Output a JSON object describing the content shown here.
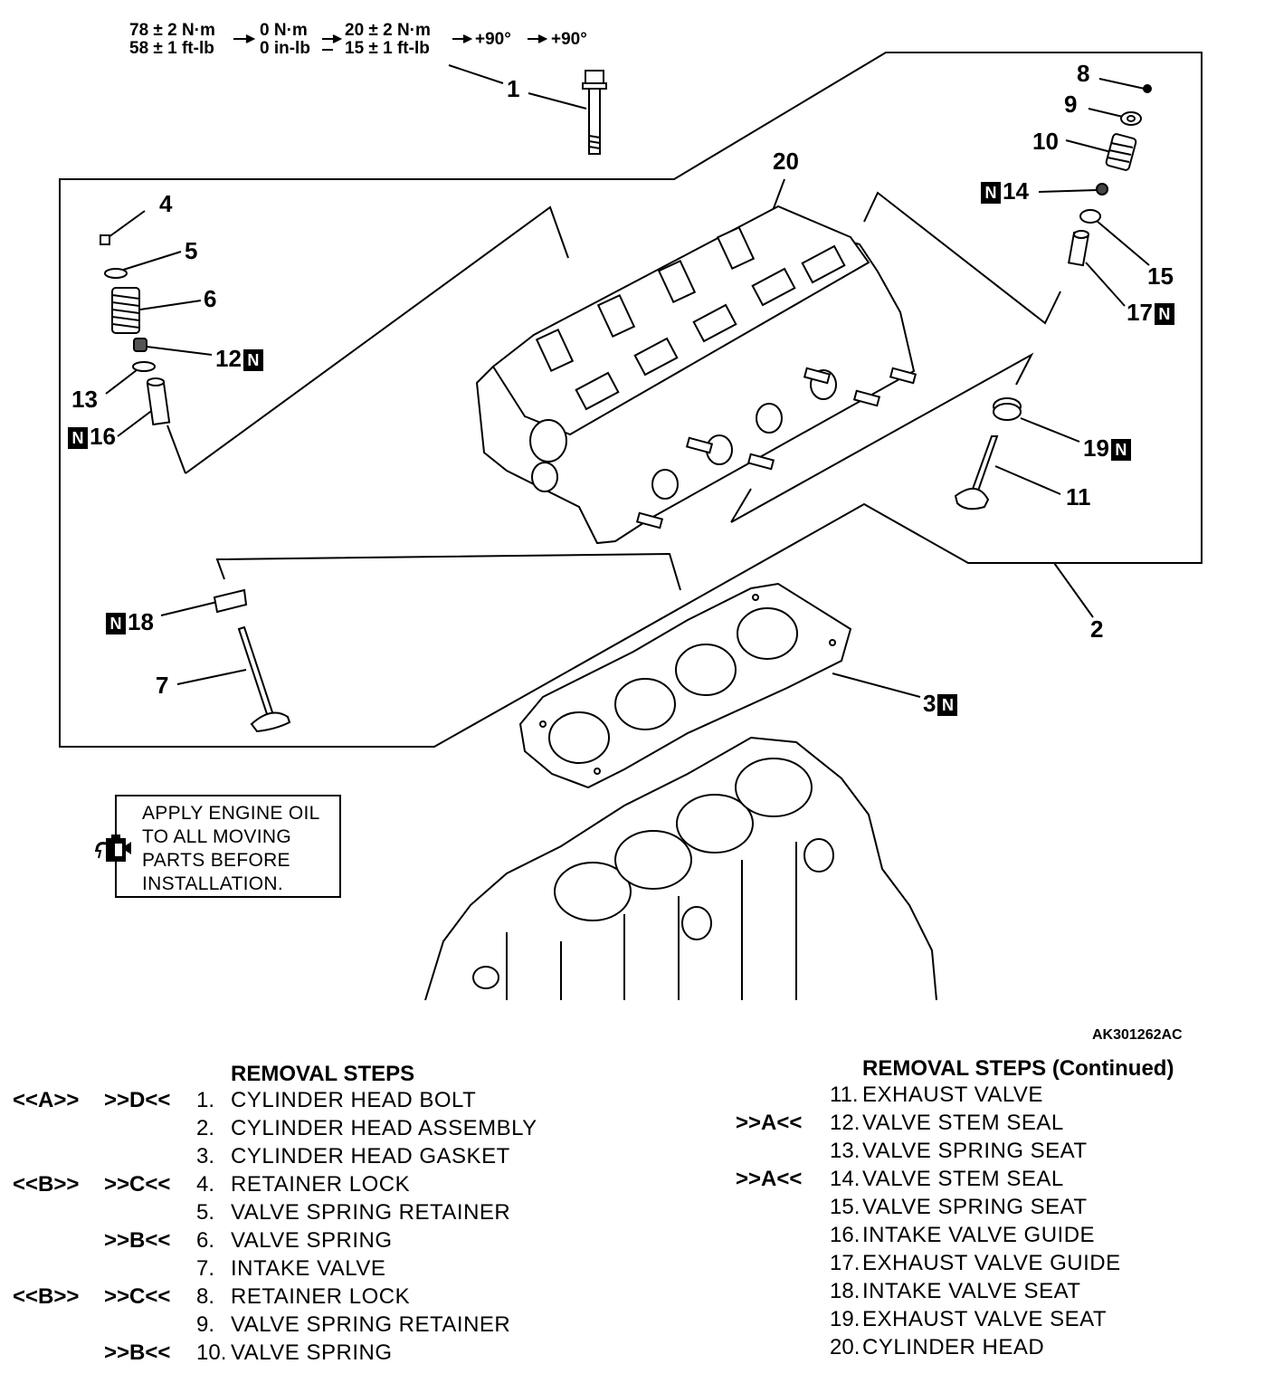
{
  "torque_sequence": {
    "step1_metric": "78 ± 2 N·m",
    "step1_imperial": "58 ± 1 ft-lb",
    "step2_metric": "0 N·m",
    "step2_imperial": "0 in-lb",
    "step3_metric": "20 ± 2 N·m",
    "step3_imperial": "15 ± 1 ft-lb",
    "step4": "+90°",
    "step5": "+90°"
  },
  "callouts": {
    "c1": "1",
    "c2": "2",
    "c3": "3",
    "c4": "4",
    "c5": "5",
    "c6": "6",
    "c7": "7",
    "c8": "8",
    "c9": "9",
    "c10": "10",
    "c11": "11",
    "c12": "12",
    "c13": "13",
    "c14": "14",
    "c15": "15",
    "c16": "16",
    "c17": "17",
    "c18": "18",
    "c19": "19",
    "c20": "20",
    "new_part_mark": "N"
  },
  "note": {
    "line1": "APPLY ENGINE OIL",
    "line2": "TO ALL MOVING",
    "line3": "PARTS BEFORE",
    "line4": "INSTALLATION."
  },
  "figure_code": "AK301262AC",
  "removal_steps": {
    "title": "REMOVAL STEPS",
    "items": [
      {
        "ref1": "<<A>>",
        "ref2": ">>D<<",
        "num": "1.",
        "label": "CYLINDER HEAD BOLT"
      },
      {
        "ref1": "",
        "ref2": "",
        "num": "2.",
        "label": "CYLINDER HEAD ASSEMBLY"
      },
      {
        "ref1": "",
        "ref2": "",
        "num": "3.",
        "label": "CYLINDER HEAD GASKET"
      },
      {
        "ref1": "<<B>>",
        "ref2": ">>C<<",
        "num": "4.",
        "label": "RETAINER LOCK"
      },
      {
        "ref1": "",
        "ref2": "",
        "num": "5.",
        "label": "VALVE SPRING RETAINER"
      },
      {
        "ref1": "",
        "ref2": ">>B<<",
        "num": "6.",
        "label": "VALVE SPRING"
      },
      {
        "ref1": "",
        "ref2": "",
        "num": "7.",
        "label": "INTAKE VALVE"
      },
      {
        "ref1": "<<B>>",
        "ref2": ">>C<<",
        "num": "8.",
        "label": "RETAINER LOCK"
      },
      {
        "ref1": "",
        "ref2": "",
        "num": "9.",
        "label": "VALVE SPRING RETAINER"
      },
      {
        "ref1": "",
        "ref2": ">>B<<",
        "num": "10.",
        "label": "VALVE SPRING"
      }
    ]
  },
  "removal_steps_continued": {
    "title": "REMOVAL STEPS (Continued)",
    "items": [
      {
        "ref": "",
        "num": "11.",
        "label": "EXHAUST VALVE"
      },
      {
        "ref": ">>A<<",
        "num": "12.",
        "label": "VALVE STEM SEAL"
      },
      {
        "ref": "",
        "num": "13.",
        "label": "VALVE SPRING SEAT"
      },
      {
        "ref": ">>A<<",
        "num": "14.",
        "label": "VALVE STEM SEAL"
      },
      {
        "ref": "",
        "num": "15.",
        "label": "VALVE SPRING SEAT"
      },
      {
        "ref": "",
        "num": "16.",
        "label": "INTAKE VALVE GUIDE"
      },
      {
        "ref": "",
        "num": "17.",
        "label": "EXHAUST VALVE GUIDE"
      },
      {
        "ref": "",
        "num": "18.",
        "label": "INTAKE VALVE SEAT"
      },
      {
        "ref": "",
        "num": "19.",
        "label": "EXHAUST VALVE SEAT"
      },
      {
        "ref": "",
        "num": "20.",
        "label": "CYLINDER HEAD"
      }
    ]
  }
}
